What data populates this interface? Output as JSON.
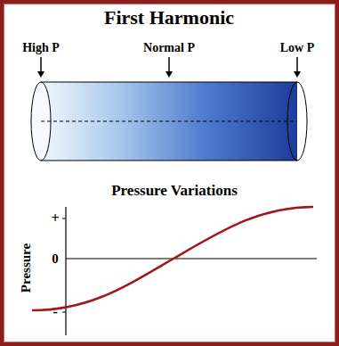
{
  "diagram": {
    "title": "First Harmonic",
    "labels": [
      "High P",
      "Normal P",
      "Low P",
      "Pressure Variations",
      "Pressure",
      "+",
      "0",
      "-"
    ]
  }
}
